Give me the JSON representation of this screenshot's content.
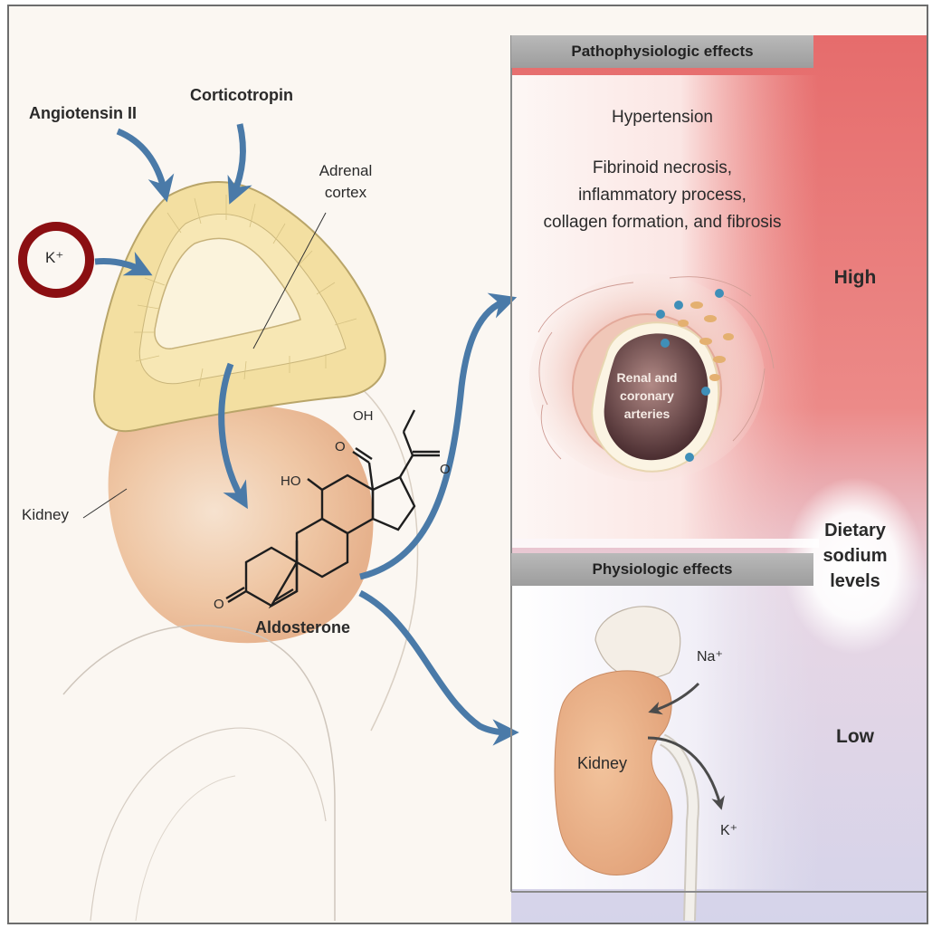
{
  "left_labels": {
    "angiotensin": "Angiotensin II",
    "corticotropin": "Corticotropin",
    "adrenal_cortex_line1": "Adrenal",
    "adrenal_cortex_line2": "cortex",
    "potassium": "K⁺",
    "kidney": "Kidney",
    "aldosterone": "Aldosterone"
  },
  "molecule_labels": {
    "oh_top": "OH",
    "o_ketone": "O",
    "ho": "HO",
    "o_aldehyde": "O",
    "o_ring": "O"
  },
  "patho_panel": {
    "header": "Pathophysiologic effects",
    "line1": "Hypertension",
    "line2": "Fibrinoid necrosis,",
    "line3": "inflammatory process,",
    "line4": "collagen formation, and fibrosis",
    "artery_line1": "Renal and",
    "artery_line2": "coronary",
    "artery_line3": "arteries"
  },
  "physio_panel": {
    "header": "Physiologic effects",
    "sodium": "Na⁺",
    "kidney": "Kidney",
    "potassium": "K⁺"
  },
  "scale": {
    "high": "High",
    "dietary_line1": "Dietary",
    "dietary_line2": "sodium",
    "dietary_line3": "levels",
    "low": "Low"
  },
  "colors": {
    "arrow_blue": "#4a7aa8",
    "highlight_circle": "#8b0f12",
    "high_red": "#e56a6a",
    "low_lavender": "#d7d5ea"
  }
}
